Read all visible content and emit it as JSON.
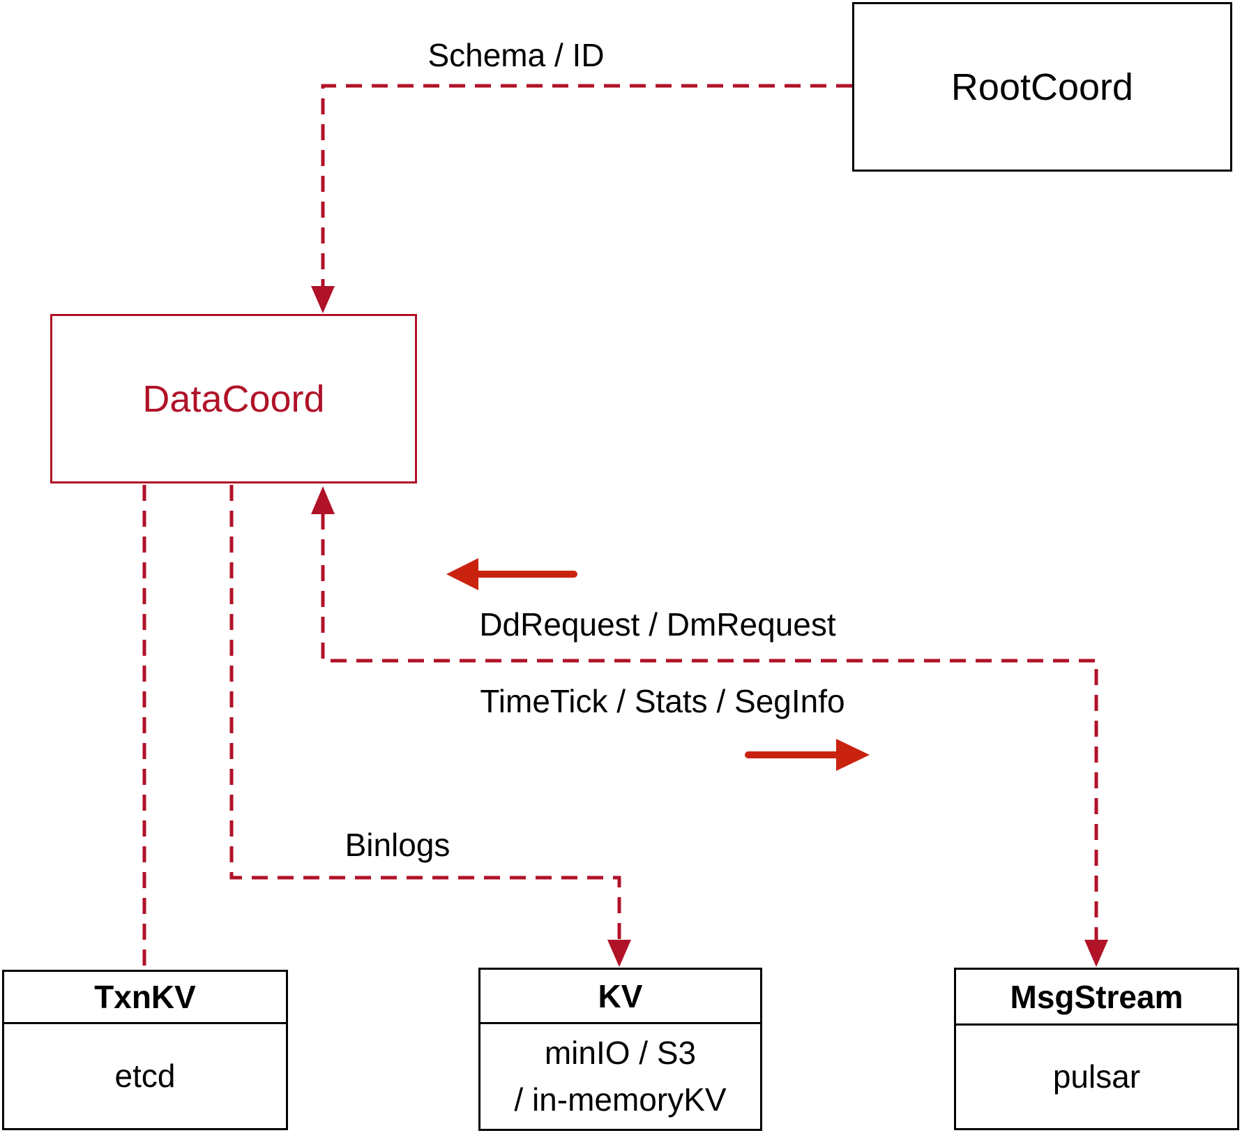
{
  "canvas": {
    "background": "#FFFFFF"
  },
  "colors": {
    "edge_dashed": "#B01228",
    "arrow_solid": "#C9230F",
    "node_border": "#000000",
    "datacoord_accent": "#B01228",
    "text": "#000000",
    "background": "#FFFFFF"
  },
  "nodes": {
    "rootcoord": {
      "label": "RootCoord"
    },
    "datacoord": {
      "label": "DataCoord"
    },
    "txnkv": {
      "header": "TxnKV",
      "body": "etcd"
    },
    "kv": {
      "header": "KV",
      "body_line1": "minIO / S3",
      "body_line2": "/ in-memoryKV"
    },
    "msgstream": {
      "header": "MsgStream",
      "body": "pulsar"
    }
  },
  "edges": {
    "schema_id": {
      "label": "Schema / ID"
    },
    "dd_dm_request": {
      "label": "DdRequest / DmRequest"
    },
    "timetick_stats_seginfo": {
      "label": "TimeTick / Stats / SegInfo"
    },
    "binlogs": {
      "label": "Binlogs"
    }
  }
}
